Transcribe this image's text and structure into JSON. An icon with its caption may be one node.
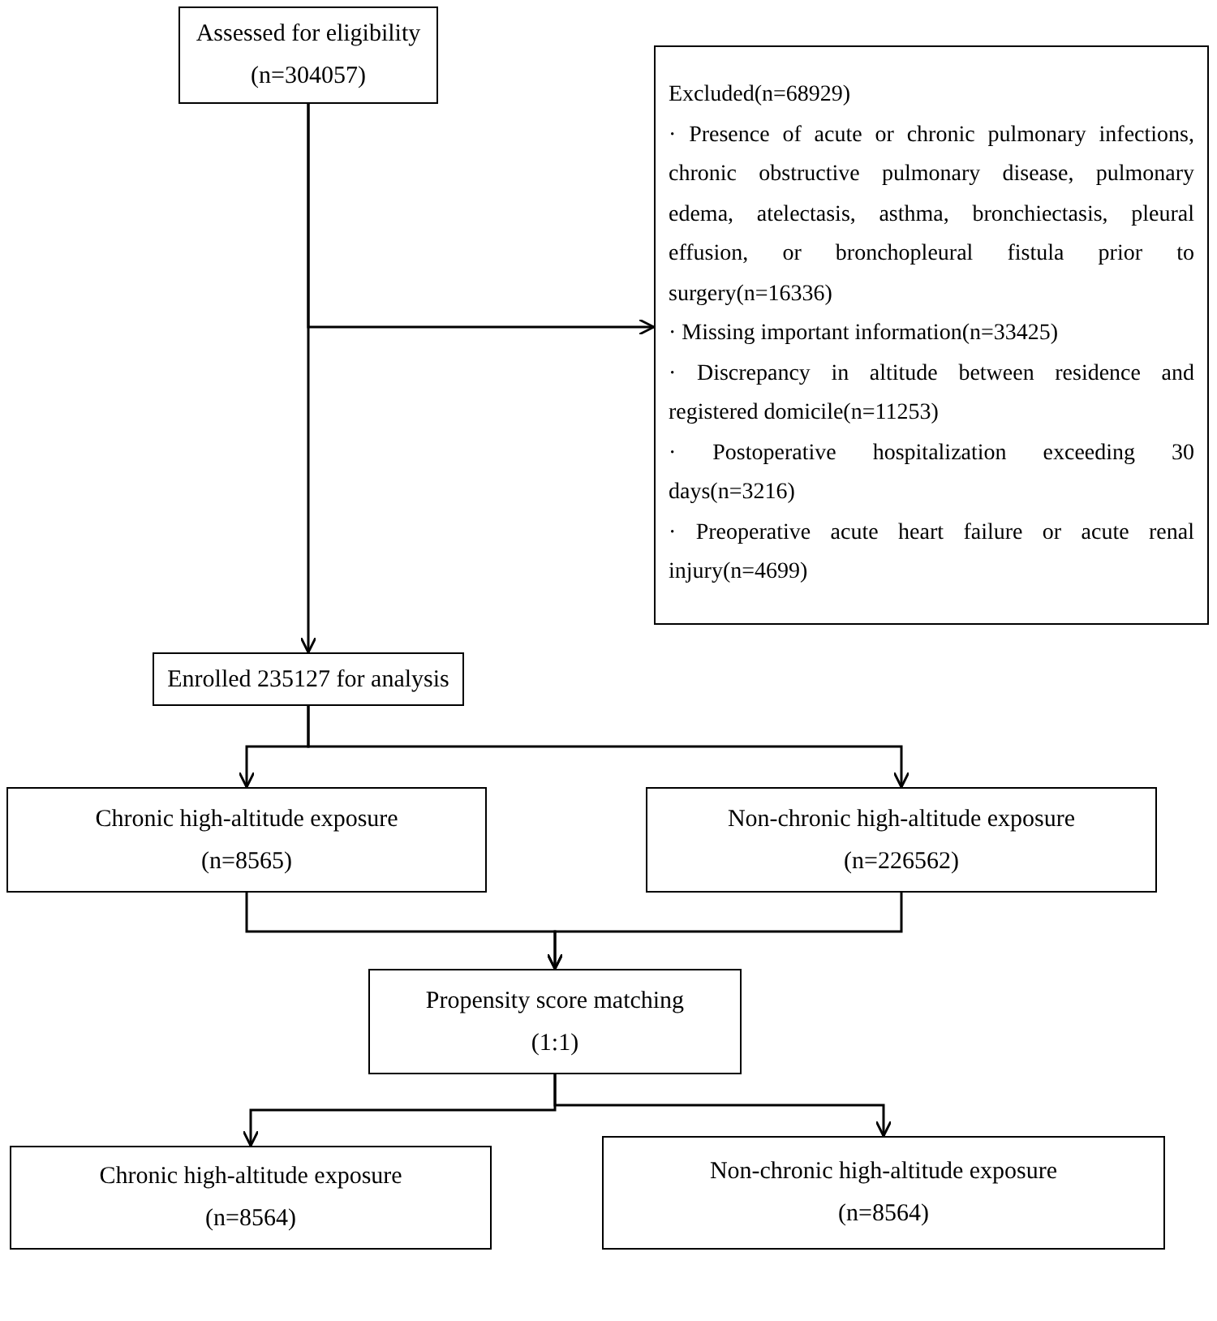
{
  "diagram": {
    "nodes": [
      {
        "text": [
          "Assessed for eligibility",
          "(n=304057)"
        ]
      },
      {
        "text": [
          "Excluded(n=68929)",
          "· Presence of acute or chronic pulmonary infections, chronic obstructive pulmonary disease, pulmonary edema, atelectasis, asthma, bronchiectasis, pleural effusion, or bronchopleural fistula prior to surgery(n=16336)",
          "· Missing important information(n=33425)",
          "· Discrepancy in altitude between residence and registered domicile(n=11253)",
          "· Postoperative hospitalization exceeding 30 days(n=3216)",
          "· Preoperative acute heart failure or acute renal injury(n=4699)"
        ]
      },
      {
        "text": [
          "Enrolled 235127 for analysis"
        ]
      },
      {
        "text": [
          "Chronic high-altitude exposure",
          "(n=8565)"
        ]
      },
      {
        "text": [
          "Non-chronic high-altitude exposure",
          "(n=226562)"
        ]
      },
      {
        "text": [
          "Propensity score matching",
          "(1:1)"
        ]
      },
      {
        "text": [
          "Chronic high-altitude exposure",
          "(n=8564)"
        ]
      },
      {
        "text": [
          "Non-chronic high-altitude exposure",
          "(n=8564)"
        ]
      }
    ],
    "edges": [
      {
        "from": 0,
        "to": 2,
        "arrow": "to"
      },
      {
        "from": 0,
        "to": 1,
        "arrow": "to"
      },
      {
        "from": 2,
        "to": 3,
        "arrow": "to"
      },
      {
        "from": 2,
        "to": 4,
        "arrow": "to"
      },
      {
        "from": 3,
        "to": 5,
        "arrow": "to"
      },
      {
        "from": 4,
        "to": 5,
        "arrow": "to"
      },
      {
        "from": 5,
        "to": 6,
        "arrow": "to"
      },
      {
        "from": 5,
        "to": 7,
        "arrow": "to"
      }
    ]
  }
}
